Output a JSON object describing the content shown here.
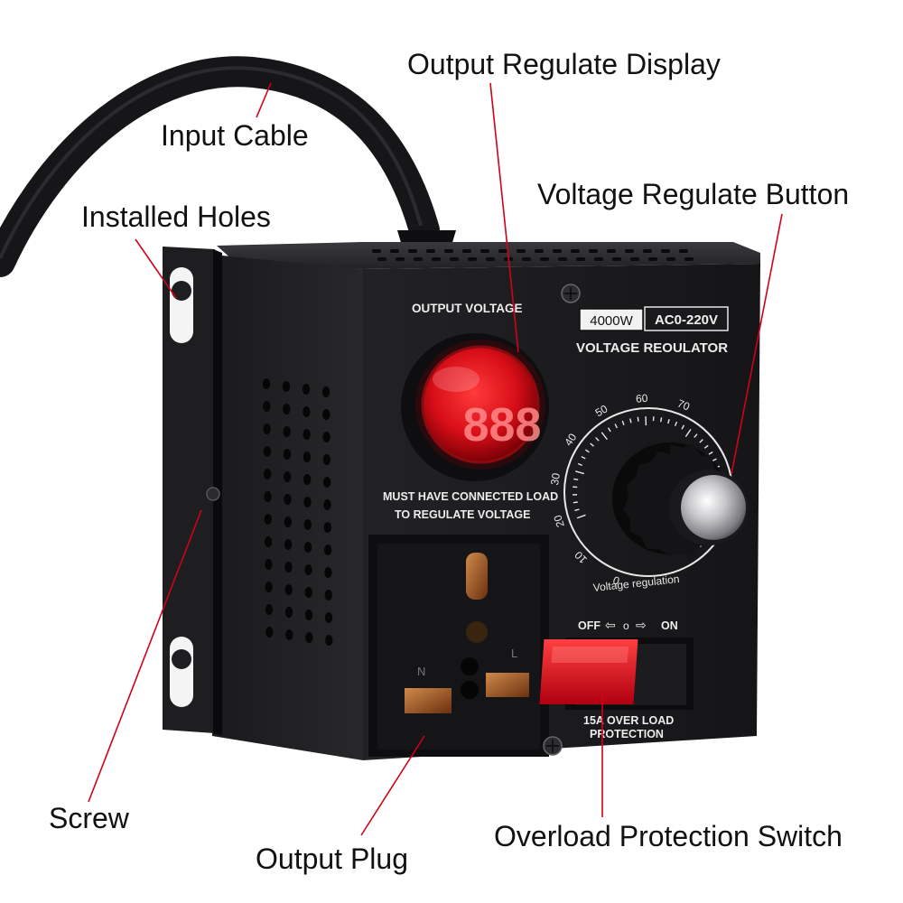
{
  "callouts": {
    "output_display": "Output Regulate Display",
    "input_cable": "Input Cable",
    "installed_holes": "Installed Holes",
    "voltage_button": "Voltage Regulate Button",
    "screw": "Screw",
    "output_plug": "Output Plug",
    "overload_switch": "Overload Protection Switch"
  },
  "panel": {
    "output_voltage": "OUTPUT VOLTAGE",
    "power_rating": "4000W",
    "voltage_range": "AC0-220V",
    "product_name": "VOLTAGE REOULATOR",
    "warning_line1": "MUST HAVE CONNECTED LOAD",
    "warning_line2": "TO REGULATE VOLTAGE",
    "display_digits": "888",
    "dial_label": "Voltage regulation",
    "off_label": "OFF",
    "on_label": "ON",
    "protection_line1": "15A OVER LOAD",
    "protection_line2": "PROTECTION",
    "socket_n": "N",
    "socket_l": "L"
  },
  "dial_scale": [
    "0",
    "10",
    "20",
    "30",
    "40",
    "50",
    "60",
    "70"
  ],
  "colors": {
    "callout_line": "#d0021b",
    "display_red": "#e8101a",
    "body_black": "#1b1b1d"
  }
}
